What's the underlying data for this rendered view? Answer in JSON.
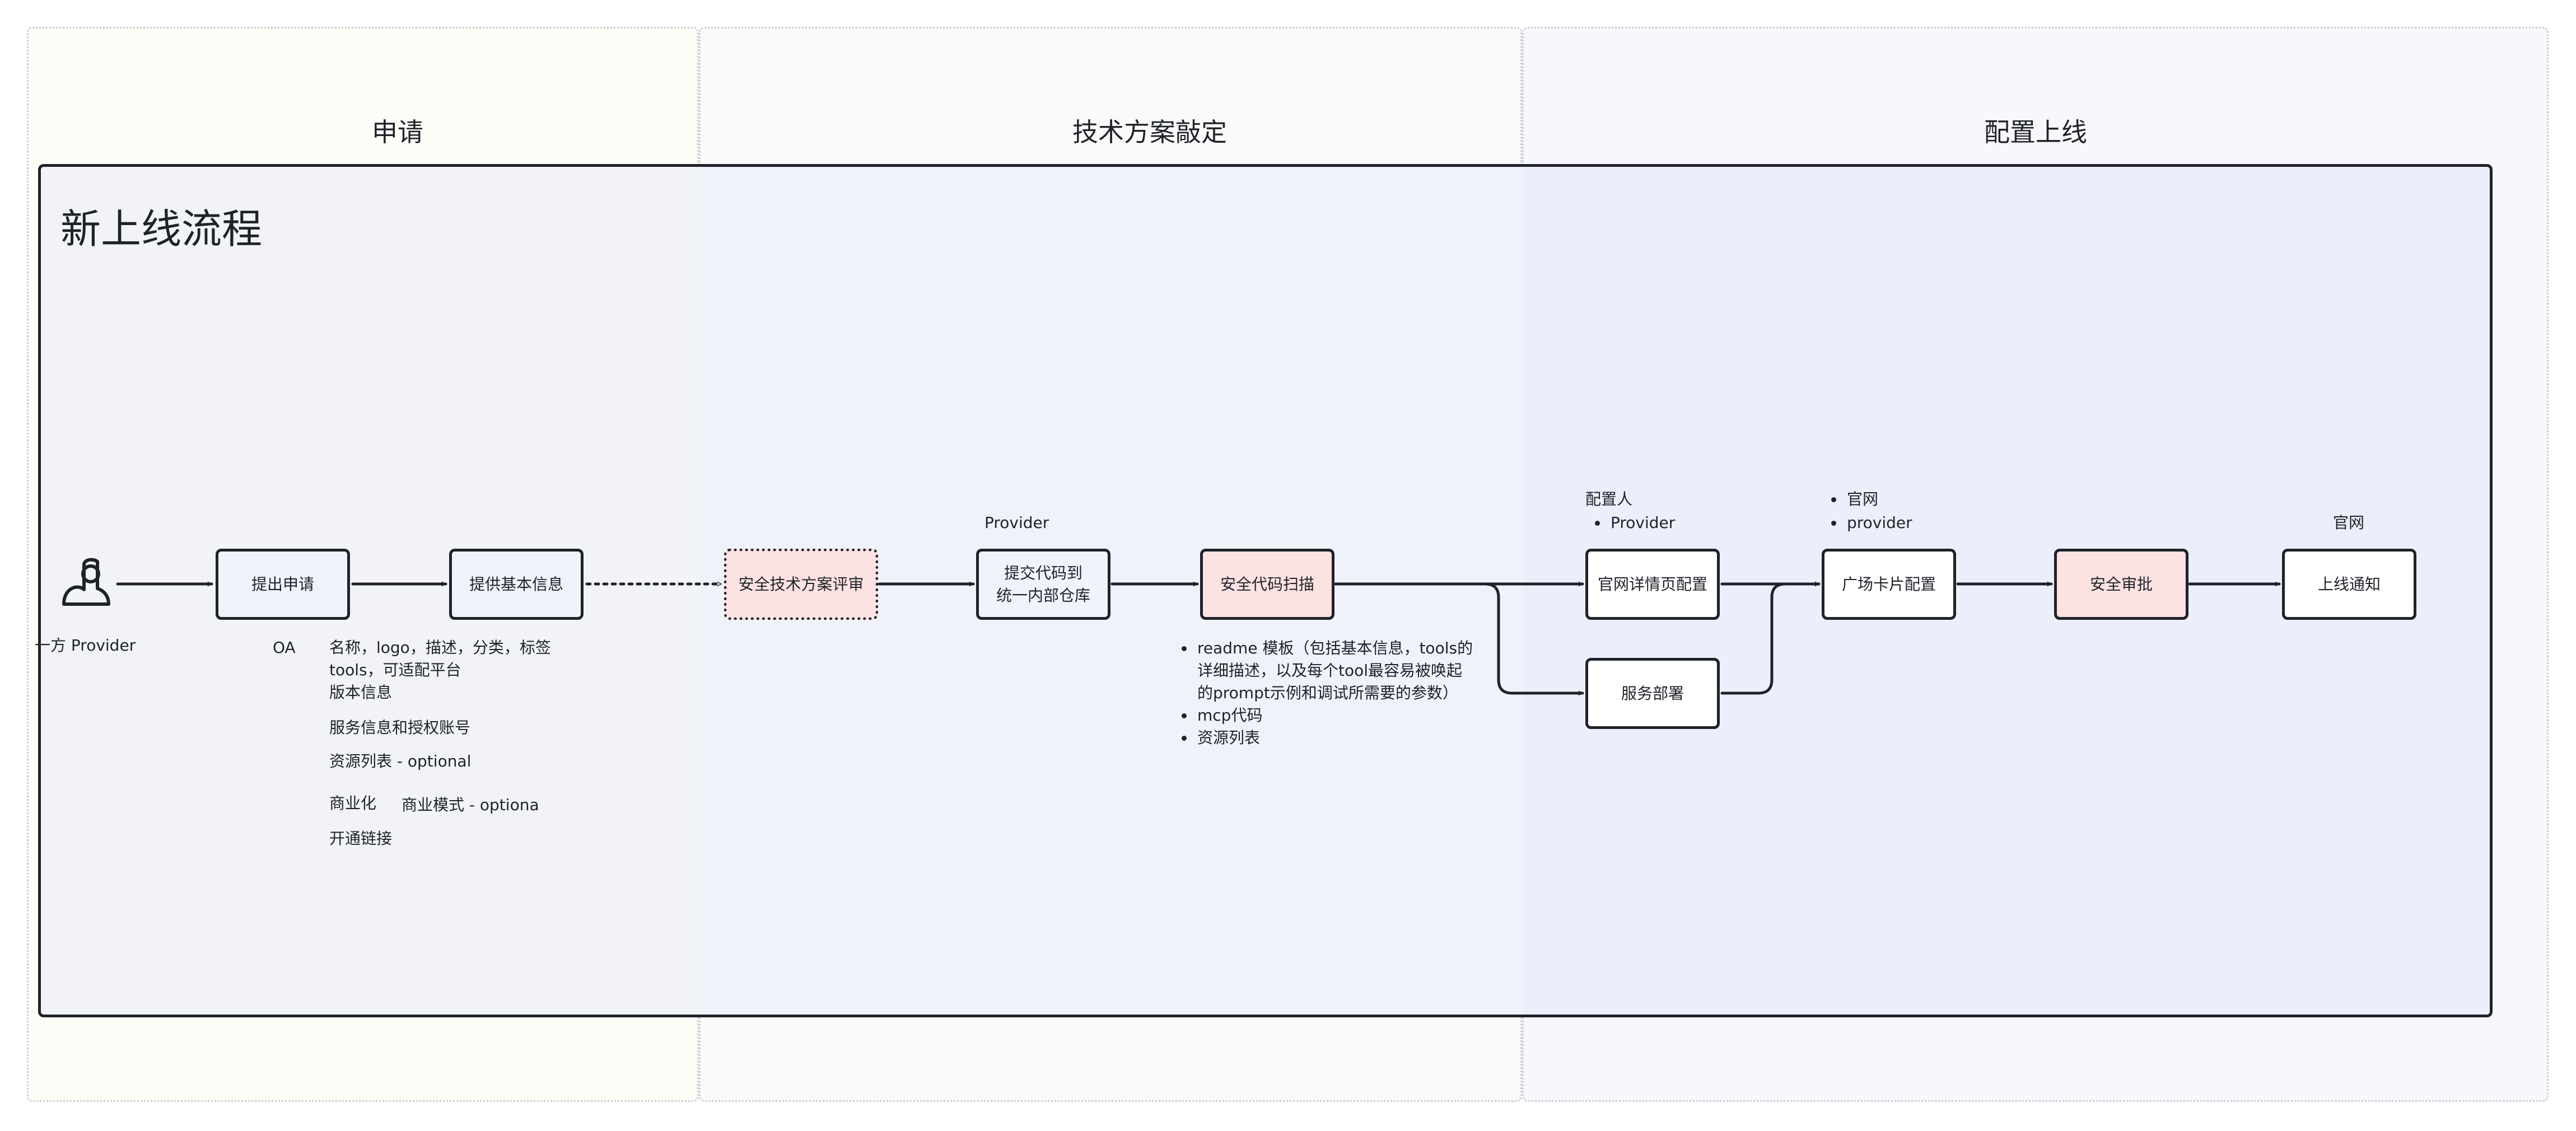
{
  "lanes": [
    {
      "title": "申请",
      "color": "#fdfcf7"
    },
    {
      "title": "技术方案敲定",
      "color": "#fafafa"
    },
    {
      "title": "配置上线",
      "color": "#f8f7fd"
    }
  ],
  "swimlane_title": "新上线流程",
  "actor": {
    "icon": "person-icon",
    "label": "一方 Provider"
  },
  "nodes": {
    "submit_application": "提出申请",
    "provide_basic_info": "提供基本信息",
    "security_review": "安全技术方案评审",
    "submit_code_line1": "提交代码到",
    "submit_code_line2": "统一内部仓库",
    "security_scan": "安全代码扫描",
    "website_config": "官网详情页配置",
    "service_deploy": "服务部署",
    "plaza_card_config": "广场卡片配置",
    "security_approval": "安全审批",
    "launch_notice": "上线通知"
  },
  "annotations": {
    "oa": "OA",
    "basic_info_line1": "名称，logo，描述，分类，标签",
    "basic_info_line2": "tools，可适配平台",
    "basic_info_line3": "版本信息",
    "service_info": "服务信息和授权账号",
    "resource_list_optional": "资源列表 - optional",
    "commercialization": "商业化",
    "business_model": "商业模式 - optiona",
    "open_link": "开通链接",
    "provider_label": "Provider",
    "scan_bullets": [
      "readme 模板（包括基本信息，tools的",
      "详细描述，以及每个tool最容易被唤起",
      "的prompt示例和调试所需要的参数）",
      "mcp代码",
      "资源列表"
    ],
    "config_person": "配置人",
    "config_person_bullet": "Provider",
    "plaza_bullets": [
      "官网",
      "provider"
    ],
    "official_site": "官网"
  },
  "colors": {
    "line": "#1f2329",
    "node_blue": "#eef3fc",
    "node_pink": "#fde2e2",
    "lane_border": "#c9ccd4"
  }
}
